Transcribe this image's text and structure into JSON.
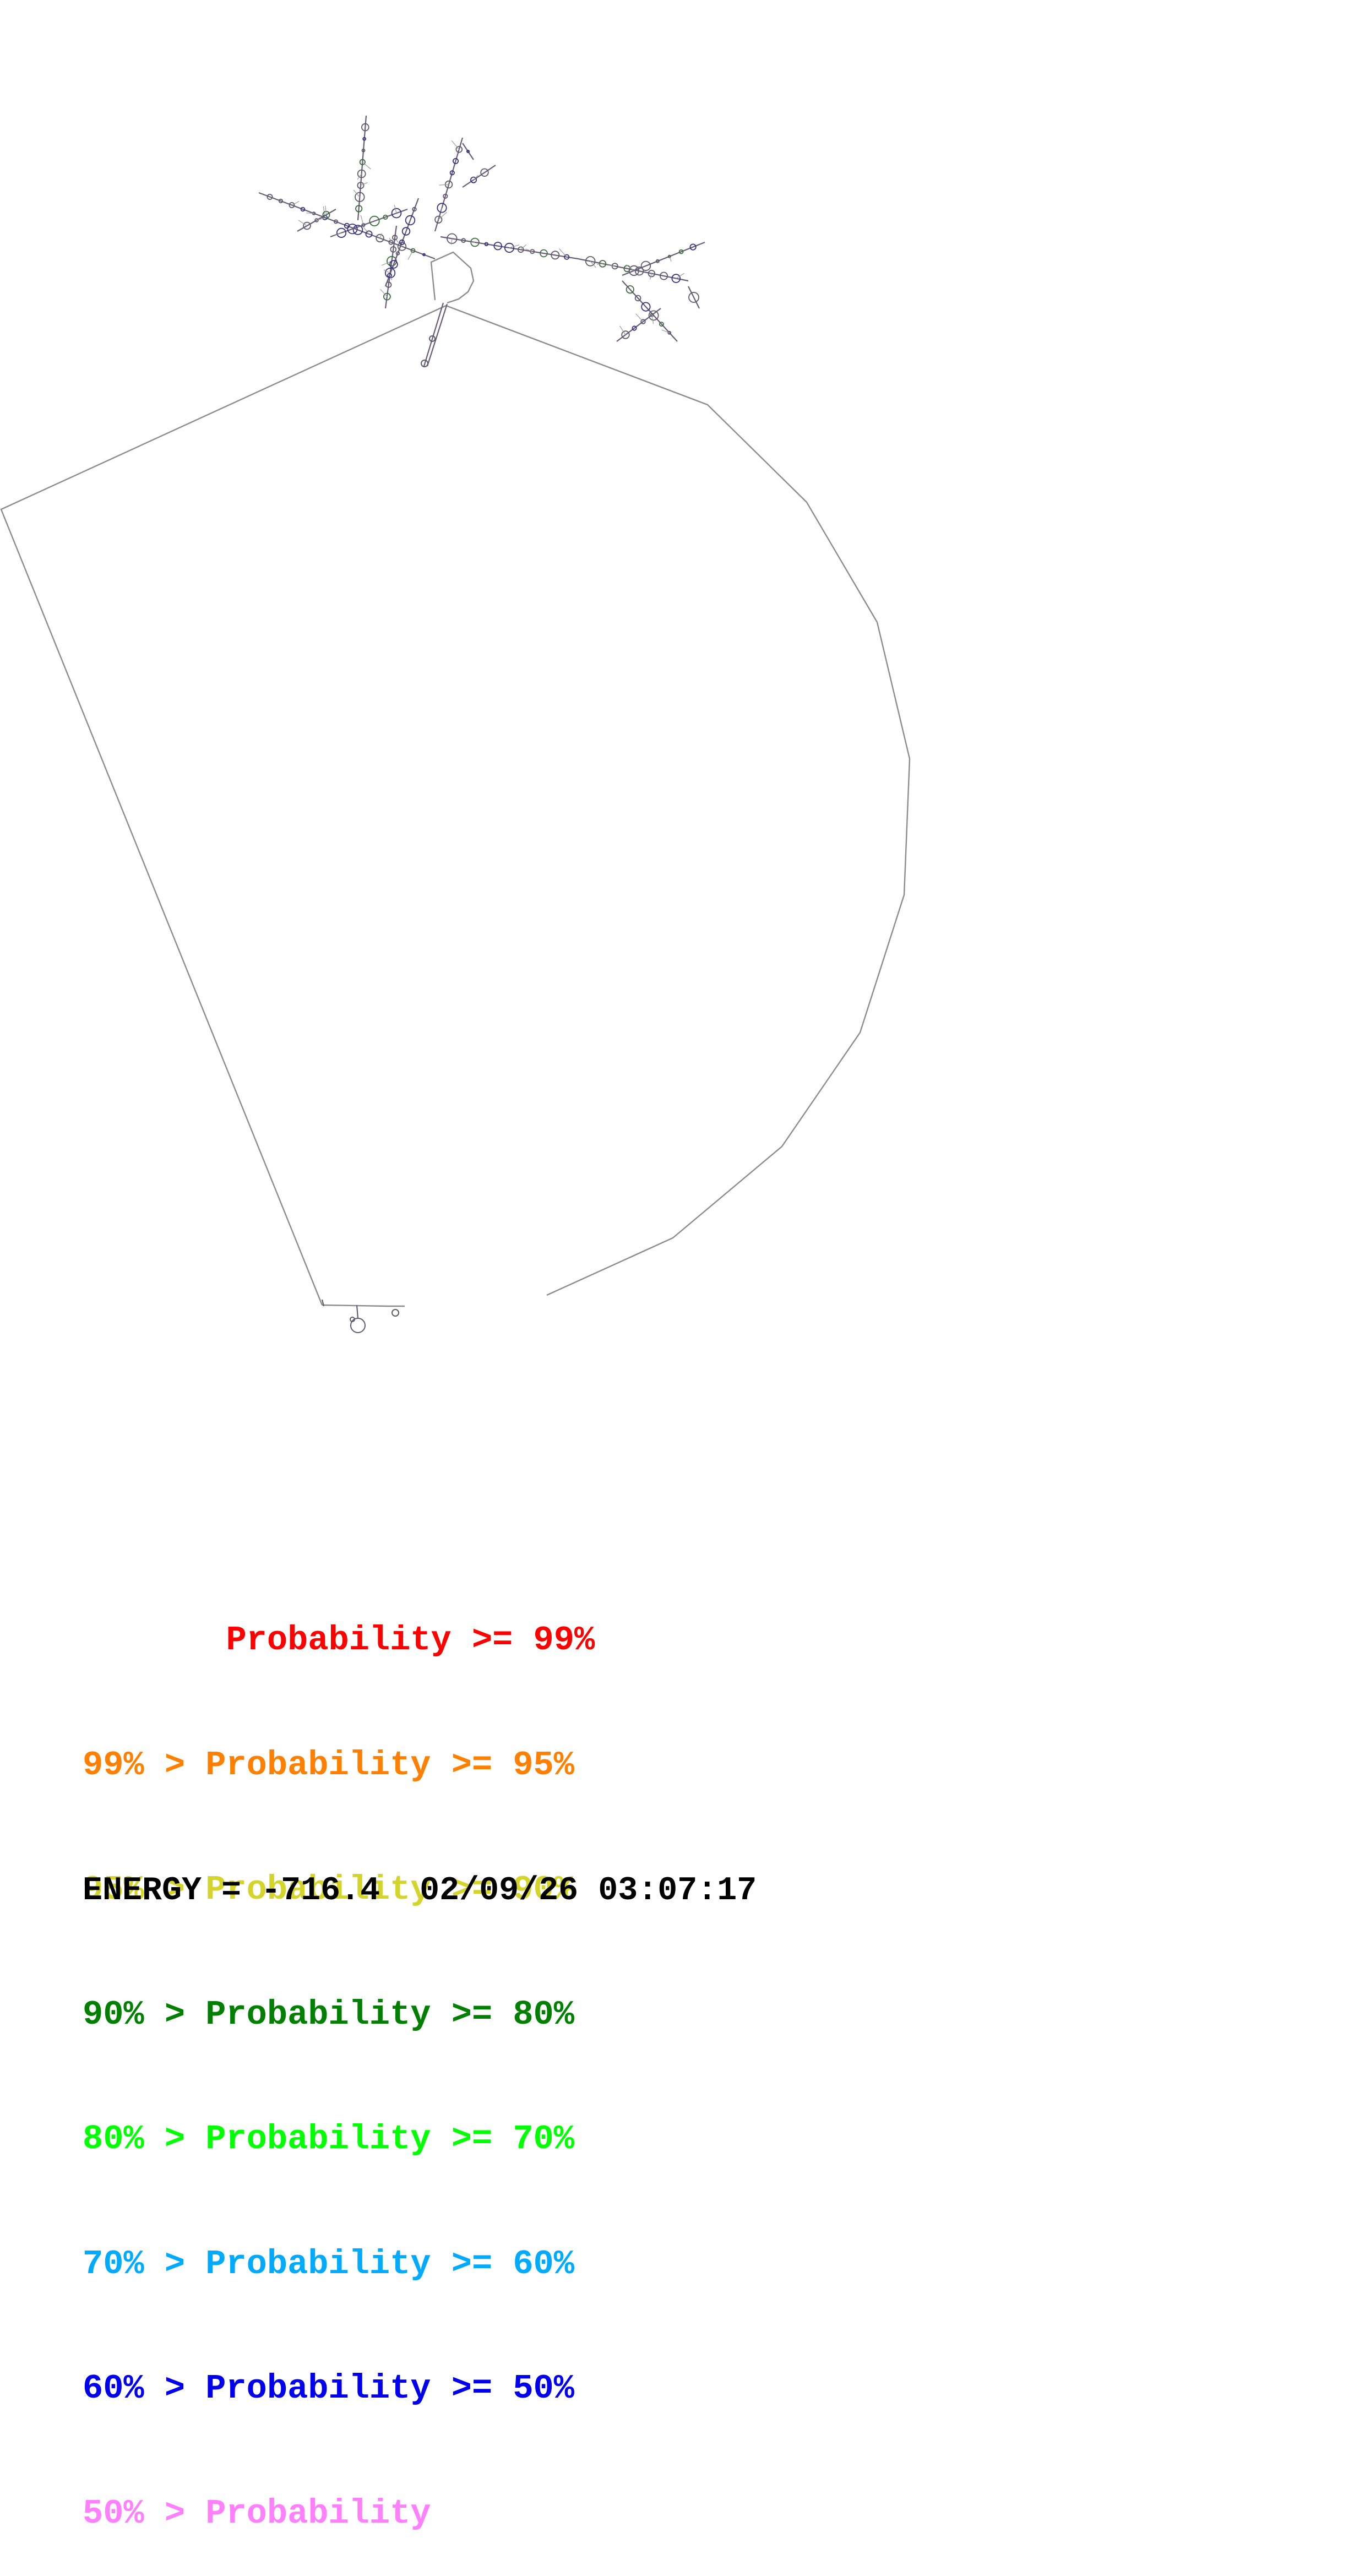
{
  "diagram": {
    "type": "rna-secondary-structure",
    "backbone_color": "#8c8c8c",
    "pair_colors_present": [
      "#5f5a6e",
      "#2e7d32",
      "#2a2a9a",
      "#8a2a2a"
    ]
  },
  "legend": {
    "rows": [
      {
        "prefix": "       ",
        "label": "Probability",
        "suffix": " >= 99%",
        "color": "#ff0000"
      },
      {
        "prefix": "99% > ",
        "label": "Probability",
        "suffix": " >= 95%",
        "color": "#ff8000"
      },
      {
        "prefix": "95% > ",
        "label": "Probability",
        "suffix": " >= 90%",
        "color": "#d4d42a"
      },
      {
        "prefix": "90% > ",
        "label": "Probability",
        "suffix": " >= 80%",
        "color": "#007f00"
      },
      {
        "prefix": "80% > ",
        "label": "Probability",
        "suffix": " >= 70%",
        "color": "#00ff00"
      },
      {
        "prefix": "70% > ",
        "label": "Probability",
        "suffix": " >= 60%",
        "color": "#00aaff"
      },
      {
        "prefix": "60% > ",
        "label": "Probability",
        "suffix": " >= 50%",
        "color": "#0000ee"
      },
      {
        "prefix": "50% > ",
        "label": "Probability",
        "suffix": "",
        "color": "#ff80ff"
      }
    ]
  },
  "footer": {
    "energy_label": "ENERGY = ",
    "energy_value": "-716.4",
    "date": "02/09/26",
    "time": "03:07:17"
  }
}
